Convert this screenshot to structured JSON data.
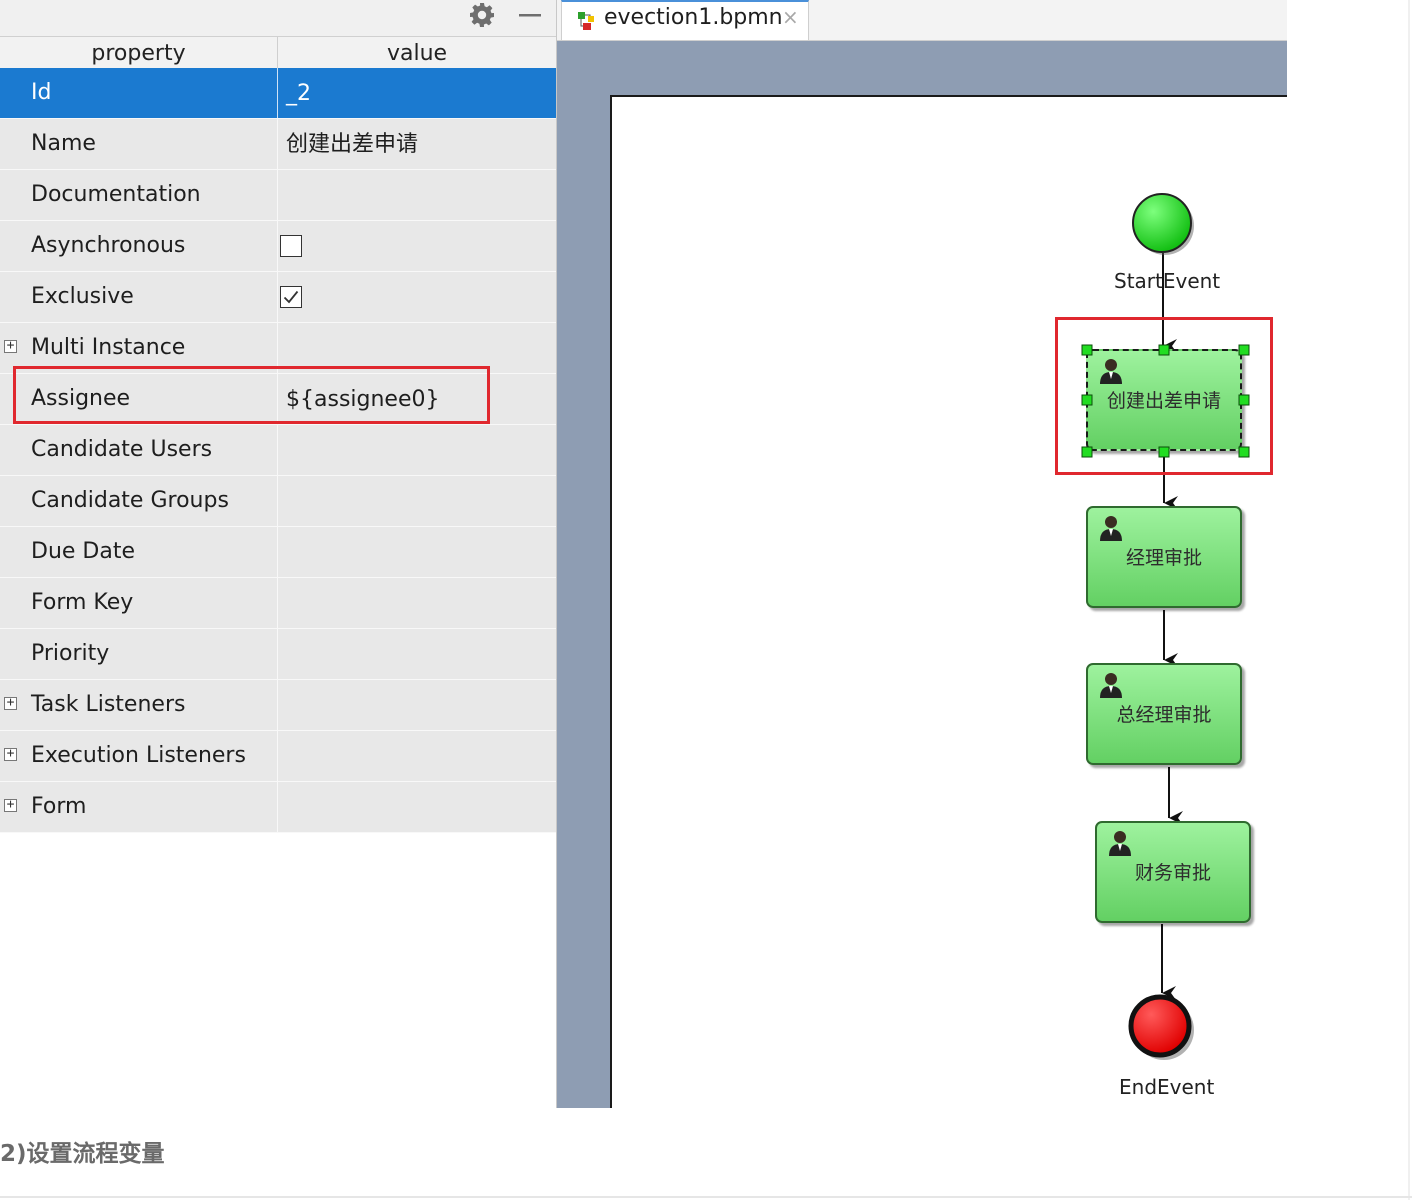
{
  "properties_panel": {
    "header": {
      "property": "property",
      "value": "value"
    },
    "rows": [
      {
        "label": "Id",
        "value": "_2",
        "selected": true
      },
      {
        "label": "Name",
        "value": "创建出差申请"
      },
      {
        "label": "Documentation",
        "value": ""
      },
      {
        "label": "Asynchronous",
        "checkbox": false
      },
      {
        "label": "Exclusive",
        "checkbox": true
      },
      {
        "label": "Multi Instance",
        "value": "",
        "expandable": true
      },
      {
        "label": "Assignee",
        "value": "${assignee0}",
        "highlighted": true
      },
      {
        "label": "Candidate Users",
        "value": ""
      },
      {
        "label": "Candidate Groups",
        "value": ""
      },
      {
        "label": "Due Date",
        "value": ""
      },
      {
        "label": "Form Key",
        "value": ""
      },
      {
        "label": "Priority",
        "value": ""
      },
      {
        "label": "Task Listeners",
        "value": "",
        "expandable": true
      },
      {
        "label": "Execution Listeners",
        "value": "",
        "expandable": true
      },
      {
        "label": "Form",
        "value": "",
        "expandable": true
      }
    ],
    "toolbar_icons": [
      "gear-icon",
      "minimize-icon"
    ]
  },
  "editor": {
    "tab": {
      "title": "evection1.bpmn",
      "close_glyph": "×",
      "icon": "bpmn-file-icon"
    },
    "diagram": {
      "start_event": {
        "label": "StartEvent",
        "color": "#22cc22"
      },
      "tasks": [
        {
          "label": "创建出差申请",
          "selected": true
        },
        {
          "label": "经理审批"
        },
        {
          "label": "总经理审批"
        },
        {
          "label": "财务审批"
        }
      ],
      "end_event": {
        "label": "EndEvent",
        "color": "#ee1111"
      }
    }
  },
  "caption": "2)设置流程变量",
  "colors": {
    "selection_blue": "#1b7ad0",
    "highlight_red": "#e0282e",
    "task_green": "#7be07b",
    "canvas_bg": "#8e9db3"
  }
}
